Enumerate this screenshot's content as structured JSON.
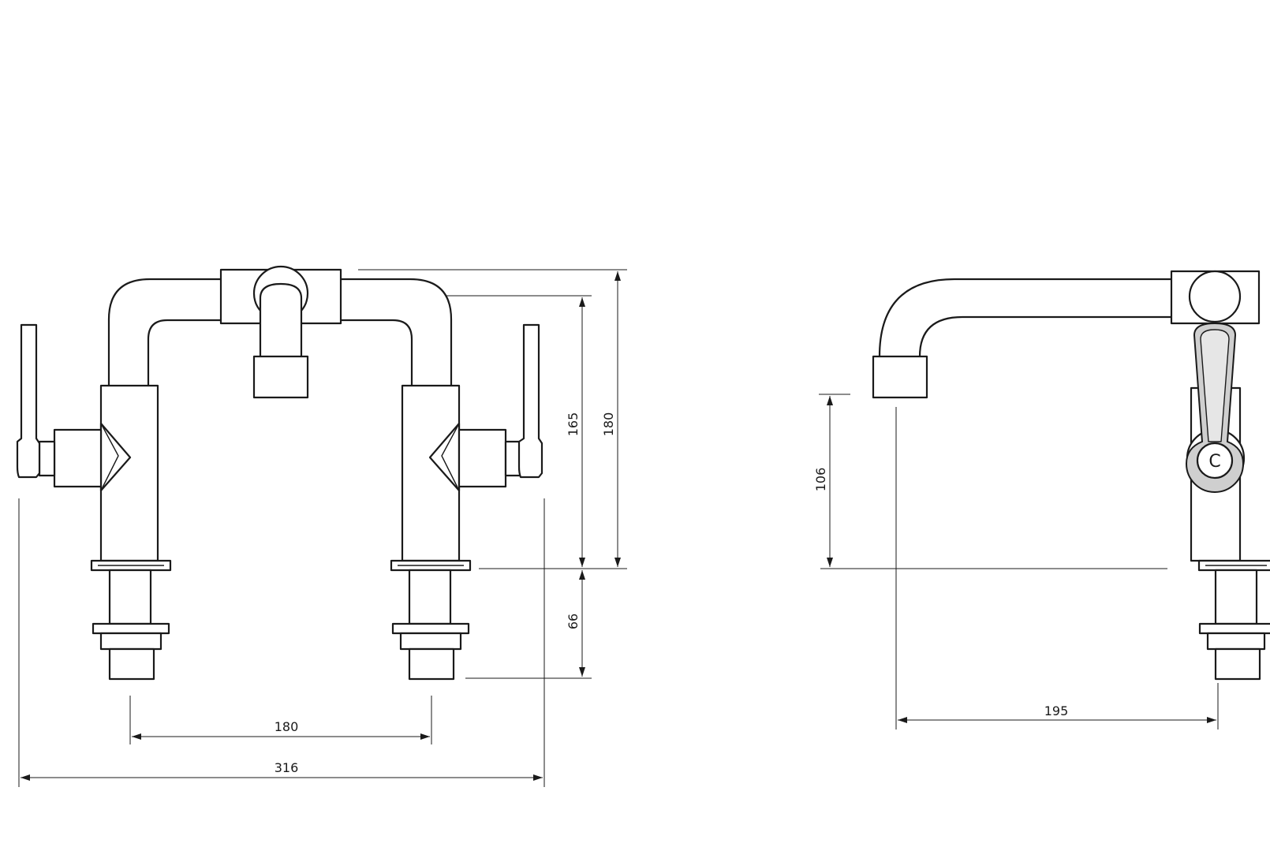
{
  "colors": {
    "line": "#1a1a1a",
    "background": "#ffffff",
    "handle": "#cfcfcf"
  },
  "dimensions": {
    "front_total_height": "180",
    "front_spout_height": "165",
    "front_tail_length": "66",
    "front_centres": "180",
    "front_overall_width": "316",
    "side_spout_clearance": "106",
    "side_spout_reach": "195"
  },
  "handle_mark": "C"
}
